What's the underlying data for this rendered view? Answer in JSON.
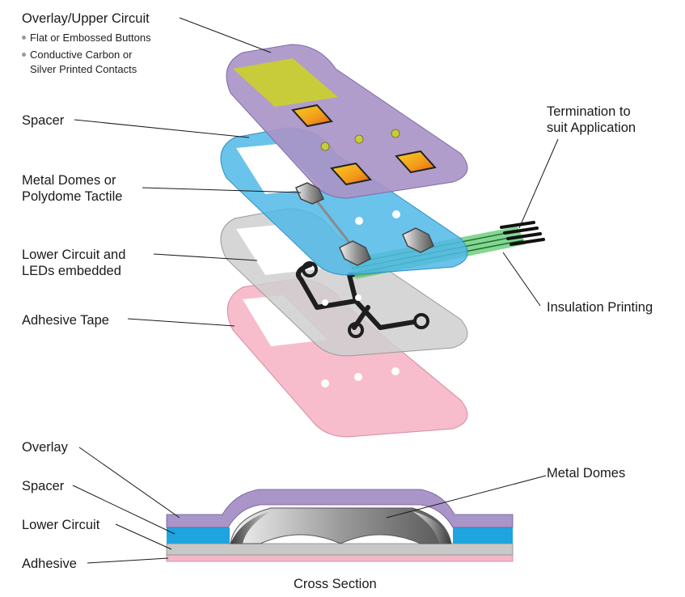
{
  "labels": {
    "overlay_upper": {
      "title": "Overlay/Upper Circuit",
      "bullets": [
        "Flat or Embossed Buttons",
        "Conductive Carbon or",
        "Silver Printed Contacts"
      ]
    },
    "spacer": "Spacer",
    "metal_domes_line1": "Metal Domes or",
    "metal_domes_line2": "Polydome Tactile",
    "lower_circuit_line1": "Lower Circuit and",
    "lower_circuit_line2": "LEDs embedded",
    "adhesive_tape": "Adhesive Tape",
    "termination_line1": "Termination to",
    "termination_line2": "suit Application",
    "insulation_printing": "Insulation Printing"
  },
  "cross_section": {
    "labels": {
      "overlay": "Overlay",
      "spacer": "Spacer",
      "lower_circuit": "Lower Circuit",
      "adhesive": "Adhesive",
      "metal_domes": "Metal Domes"
    },
    "caption": "Cross Section"
  },
  "colors": {
    "overlay": "#a995c8",
    "spacer": "#4fb8e8",
    "lower_circuit": "#c8c8c8",
    "adhesive": "#f4b8c8",
    "window": "#c8cc3a",
    "button": "#f29a1c",
    "tail": "#6fcf7f"
  }
}
